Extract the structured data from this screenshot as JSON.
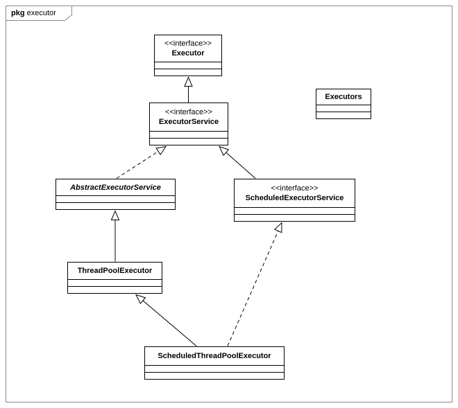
{
  "frame": {
    "tab_keyword": "pkg",
    "tab_name": "executor"
  },
  "colors": {
    "frame_border": "#878787",
    "node_border": "#000000",
    "background": "#ffffff"
  },
  "nodes": [
    {
      "id": "executor",
      "stereotype": "<<interface>>",
      "name": "Executor",
      "abstract": false
    },
    {
      "id": "executor-service",
      "stereotype": "<<interface>>",
      "name": "ExecutorService",
      "abstract": false
    },
    {
      "id": "executors",
      "stereotype": "",
      "name": "Executors",
      "abstract": false
    },
    {
      "id": "abstract-executor-service",
      "stereotype": "",
      "name": "AbstractExecutorService",
      "abstract": true
    },
    {
      "id": "scheduled-executor-service",
      "stereotype": "<<interface>>",
      "name": "ScheduledExecutorService",
      "abstract": false
    },
    {
      "id": "thread-pool-executor",
      "stereotype": "",
      "name": "ThreadPoolExecutor",
      "abstract": false
    },
    {
      "id": "scheduled-thread-pool-executor",
      "stereotype": "",
      "name": "ScheduledThreadPoolExecutor",
      "abstract": false
    }
  ],
  "edges": [
    {
      "type": "generalization",
      "line": "solid",
      "from": "ExecutorService",
      "to": "Executor"
    },
    {
      "type": "realization",
      "line": "dashed",
      "from": "AbstractExecutorService",
      "to": "ExecutorService"
    },
    {
      "type": "generalization",
      "line": "solid",
      "from": "ScheduledExecutorService",
      "to": "ExecutorService"
    },
    {
      "type": "generalization",
      "line": "solid",
      "from": "ThreadPoolExecutor",
      "to": "AbstractExecutorService"
    },
    {
      "type": "generalization",
      "line": "solid",
      "from": "ScheduledThreadPoolExecutor",
      "to": "ThreadPoolExecutor"
    },
    {
      "type": "realization",
      "line": "dashed",
      "from": "ScheduledThreadPoolExecutor",
      "to": "ScheduledExecutorService"
    }
  ]
}
